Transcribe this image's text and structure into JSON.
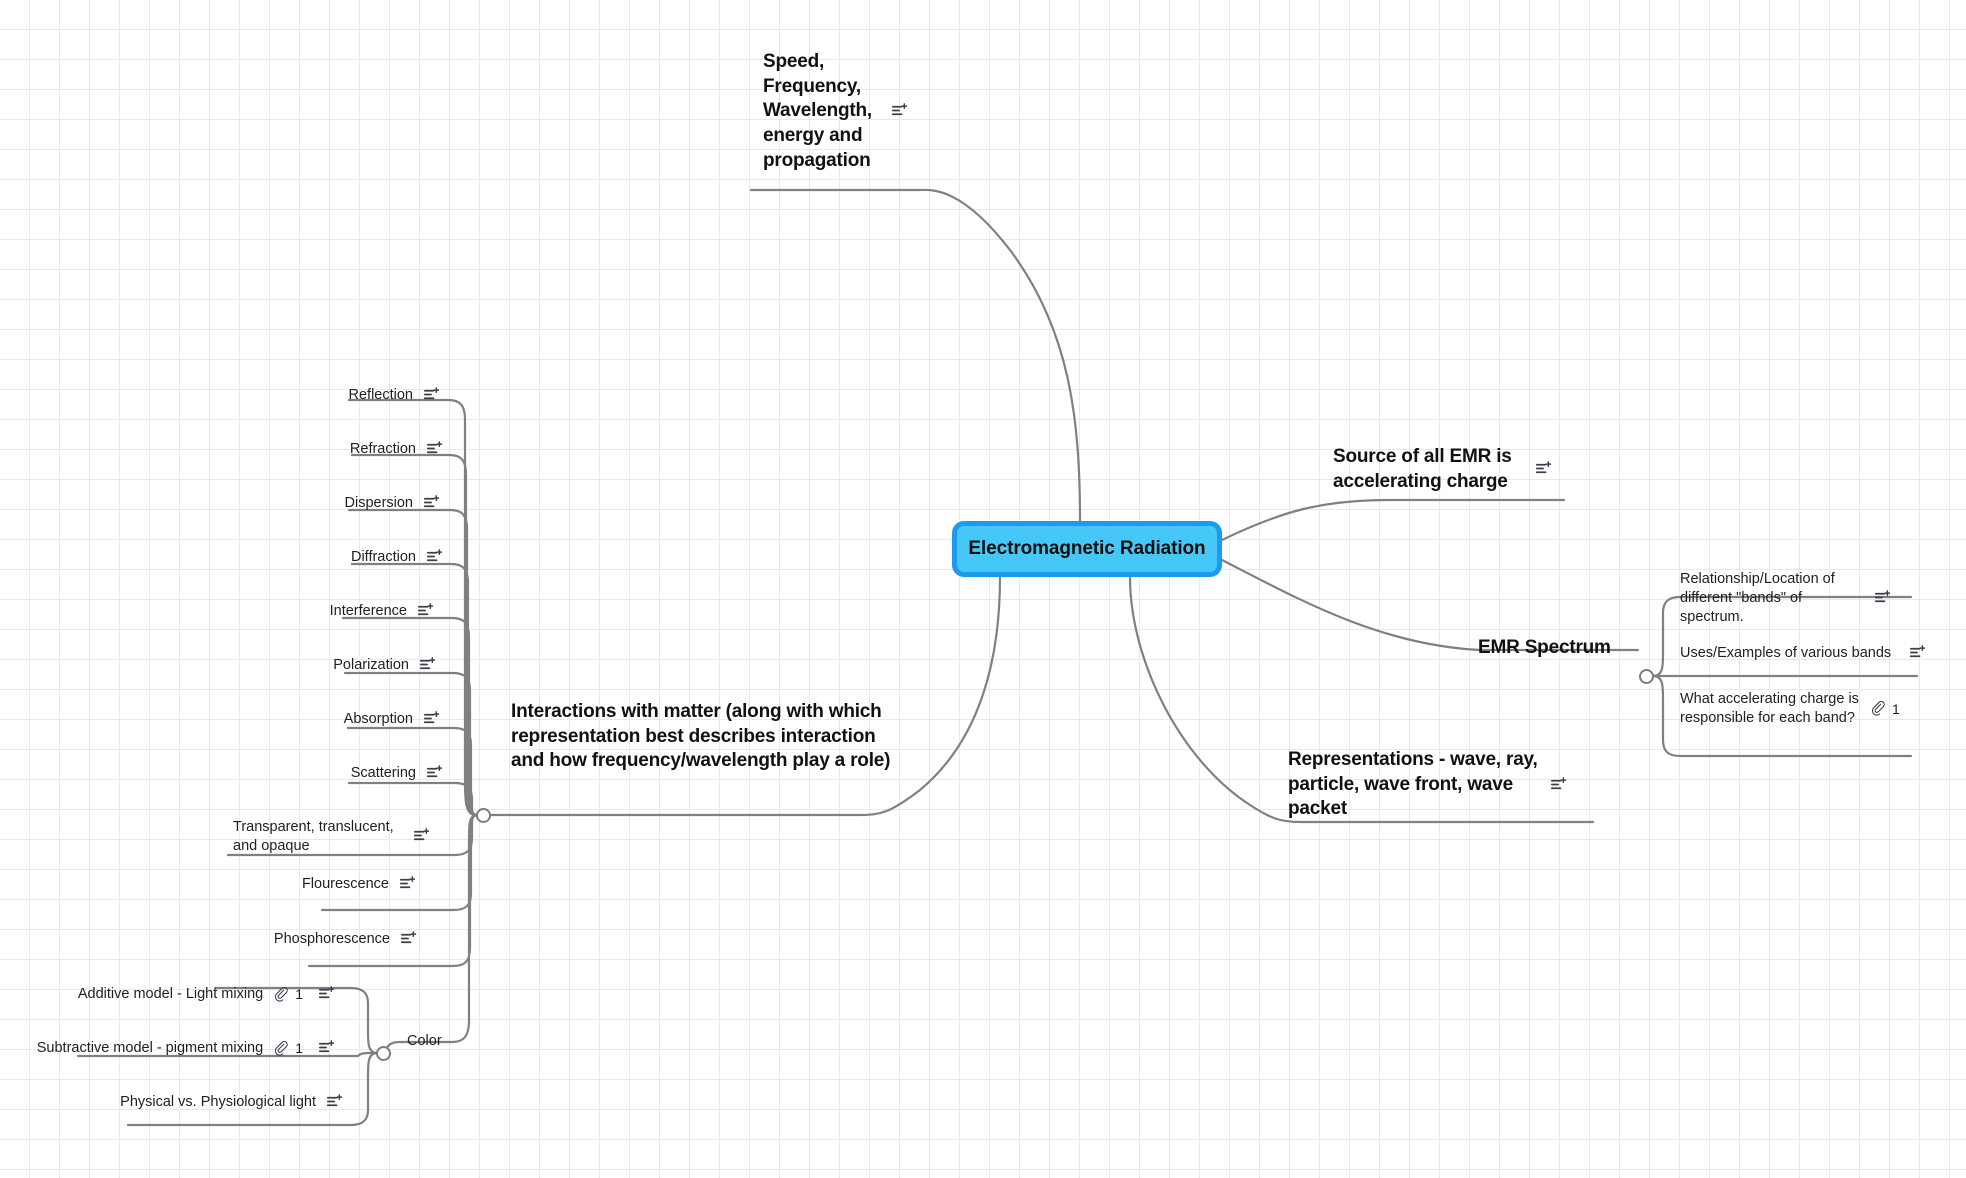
{
  "app": {
    "type": "mind-map",
    "title": "Electromagnetic Radiation"
  },
  "colors": {
    "root_fill": "#45c8f7",
    "root_border": "#1e98f0",
    "edge": "#808080",
    "grid": "#e6ece0",
    "text": "#1a1a1a"
  },
  "root": {
    "label": "Electromagnetic Radiation"
  },
  "branches": {
    "speed": {
      "label": "Speed, Frequency, Wavelength, energy and propagation",
      "icon": "note-add-icon"
    },
    "source": {
      "label": "Source of all EMR is accelerating charge",
      "icon": "note-add-icon"
    },
    "spectrum": {
      "label": "EMR Spectrum",
      "children": [
        {
          "label": "Relationship/Location of different \"bands\" of spectrum.",
          "icon": "note-add-icon"
        },
        {
          "label": "Uses/Examples of various bands",
          "icon": "note-add-icon"
        },
        {
          "label": "What accelerating charge is responsible for each band?",
          "icon": "attachment-icon",
          "attachment_count": "1"
        }
      ]
    },
    "representations": {
      "label": "Representations - wave, ray, particle, wave front, wave packet",
      "icon": "note-add-icon"
    },
    "interactions": {
      "label": "Interactions with matter (along with which representation best describes interaction and how frequency/wavelength play a role)",
      "children": [
        {
          "label": "Reflection",
          "icon": "note-add-icon"
        },
        {
          "label": "Refraction",
          "icon": "note-add-icon"
        },
        {
          "label": "Dispersion",
          "icon": "note-add-icon"
        },
        {
          "label": "Diffraction",
          "icon": "note-add-icon"
        },
        {
          "label": "Interference",
          "icon": "note-add-icon"
        },
        {
          "label": "Polarization",
          "icon": "note-add-icon"
        },
        {
          "label": "Absorption",
          "icon": "note-add-icon"
        },
        {
          "label": "Scattering",
          "icon": "note-add-icon"
        },
        {
          "label": "Transparent, translucent, and opaque",
          "icon": "note-add-icon"
        },
        {
          "label": "Flourescence",
          "icon": "note-add-icon"
        },
        {
          "label": "Phosphorescence",
          "icon": "note-add-icon"
        }
      ]
    },
    "color": {
      "label": "Color",
      "children": [
        {
          "label": "Additive model - Light mixing",
          "icon": "attachment-icon",
          "attachment_count": "1",
          "icon2": "note-add-icon"
        },
        {
          "label": "Subtractive model - pigment mixing",
          "icon": "attachment-icon",
          "attachment_count": "1",
          "icon2": "note-add-icon"
        },
        {
          "label": "Physical vs. Physiological light",
          "icon": "note-add-icon"
        }
      ]
    }
  }
}
